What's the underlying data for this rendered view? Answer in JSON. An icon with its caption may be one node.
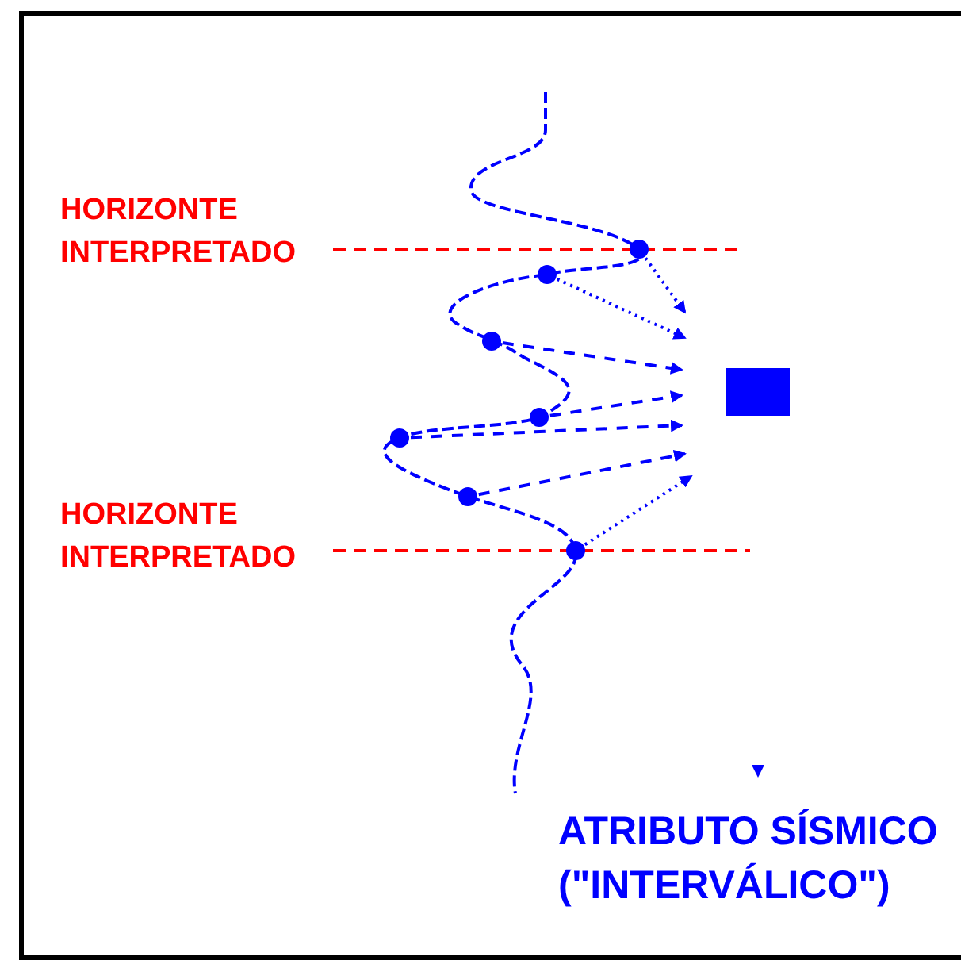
{
  "diagram": {
    "nodes": [
      {
        "text": [],
        "shape": "circle"
      },
      {
        "text": [],
        "shape": "circle"
      },
      {
        "text": [],
        "shape": "circle"
      },
      {
        "text": [],
        "shape": "circle"
      },
      {
        "text": [],
        "shape": "circle"
      },
      {
        "text": [],
        "shape": "circle"
      },
      {
        "text": [],
        "shape": "circle"
      }
    ],
    "edges": [
      {
        "from": 0,
        "to": null,
        "arrow": "to"
      },
      {
        "from": 1,
        "to": null,
        "arrow": "to"
      },
      {
        "from": 2,
        "to": null,
        "arrow": "to",
        "style": "dashed"
      },
      {
        "from": 3,
        "to": null,
        "arrow": "to",
        "style": "dashed"
      },
      {
        "from": 4,
        "to": null,
        "arrow": "to",
        "style": "dashed"
      },
      {
        "from": 5,
        "to": null,
        "arrow": "to",
        "style": "dashed"
      },
      {
        "from": 6,
        "to": null,
        "arrow": "to"
      }
    ],
    "labels": [
      "HORIZONTE INTERPRETADO",
      "HORIZONTE INTERPRETADO",
      "ATRIBUTO SÍSMICO (\"INTERVÁLICO\")"
    ]
  }
}
